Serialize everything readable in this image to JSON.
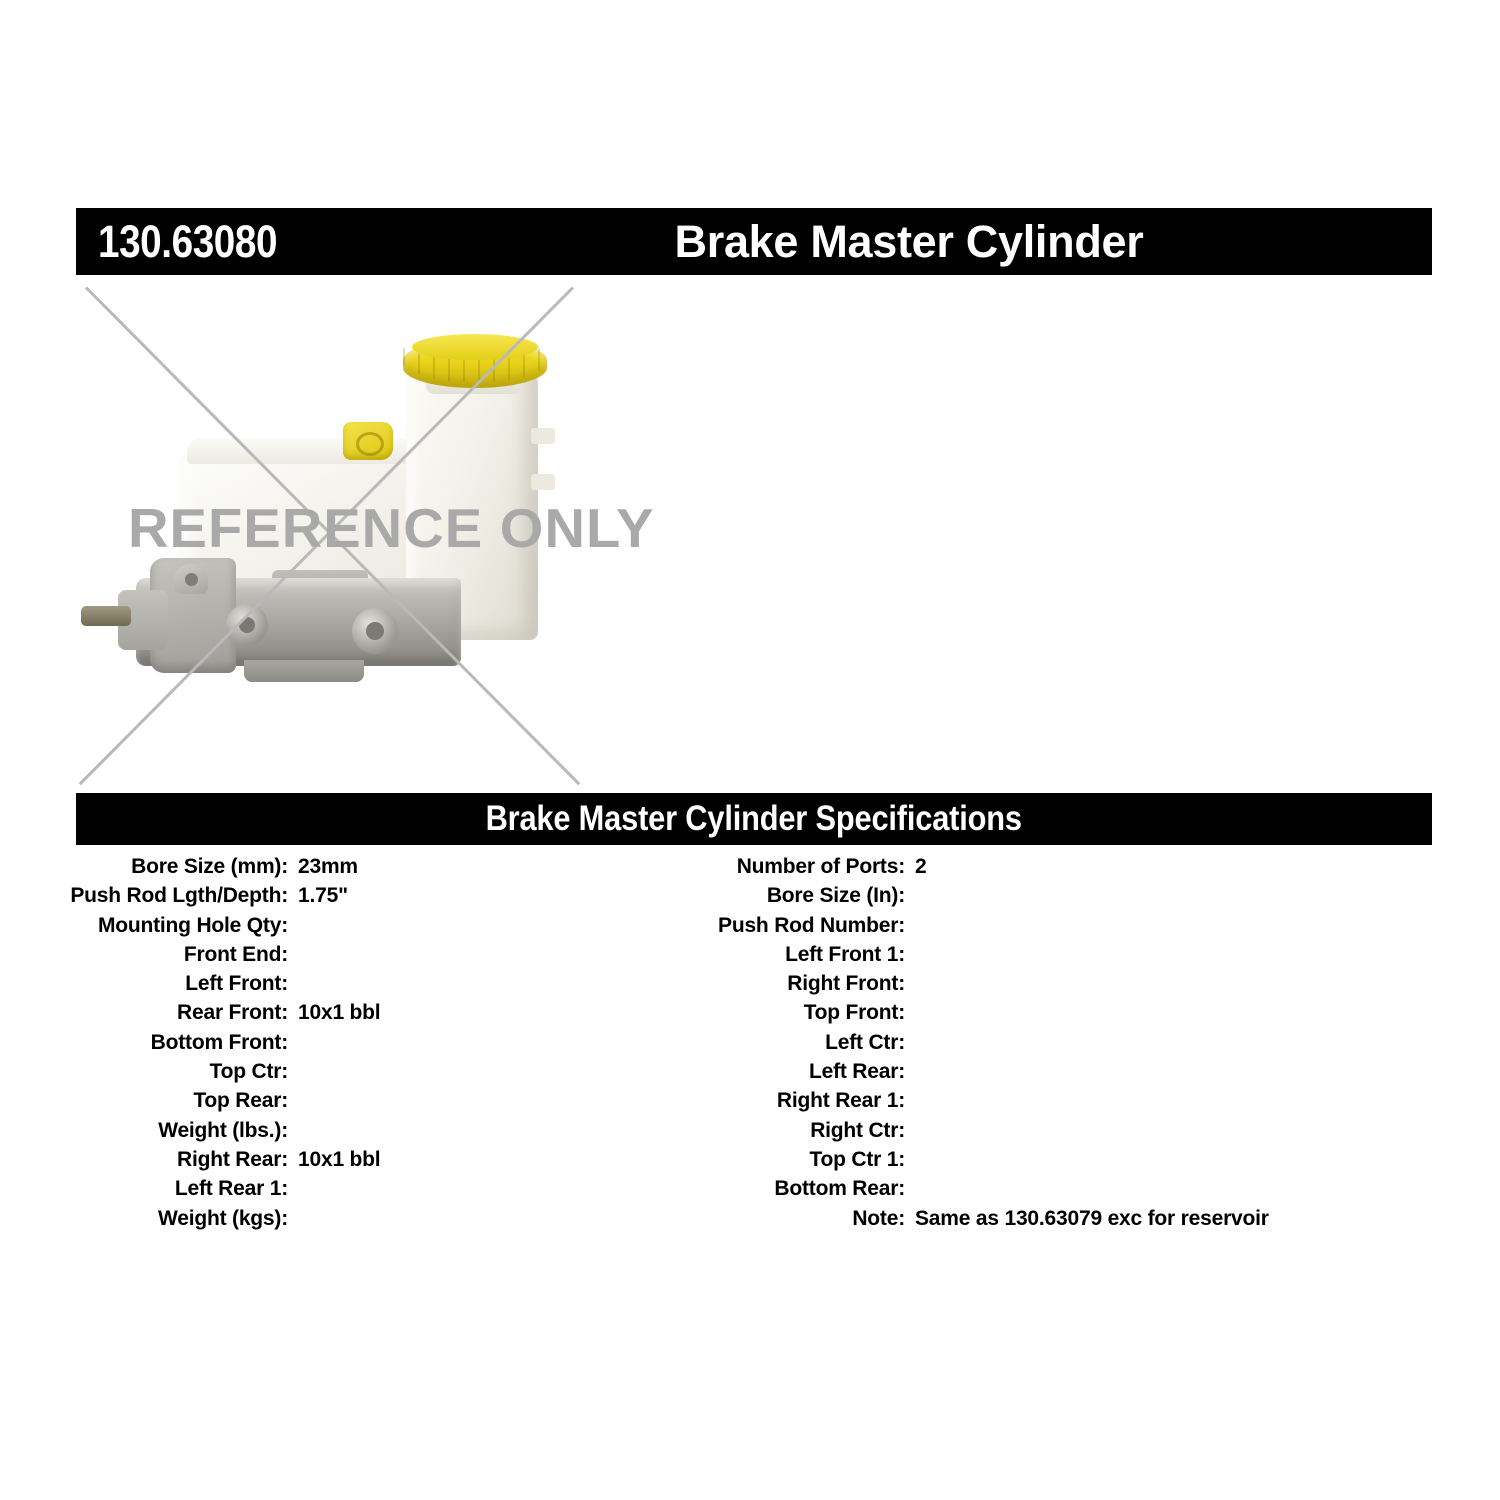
{
  "header": {
    "part_number": "130.63080",
    "title": "Brake Master Cylinder"
  },
  "product_image": {
    "watermark": "REFERENCE ONLY",
    "overlay": "diagonal-cross",
    "colors": {
      "cap_yellow": "#e9d31b",
      "reservoir_white": "#f4f2ec",
      "cylinder_aluminum": "#a8a6a0",
      "watermark_gray": "#a9a9a9",
      "cross_line_gray": "#b9b9b9"
    }
  },
  "spec_section": {
    "title": "Brake Master Cylinder Specifications",
    "left_column": [
      {
        "label": "Bore Size (mm):",
        "value": "23mm"
      },
      {
        "label": "Push Rod Lgth/Depth:",
        "value": "1.75\""
      },
      {
        "label": "Mounting Hole Qty:",
        "value": ""
      },
      {
        "label": "Front End:",
        "value": ""
      },
      {
        "label": "Left Front:",
        "value": ""
      },
      {
        "label": "Rear Front:",
        "value": "10x1 bbl"
      },
      {
        "label": "Bottom Front:",
        "value": ""
      },
      {
        "label": "Top Ctr:",
        "value": ""
      },
      {
        "label": "Top Rear:",
        "value": ""
      },
      {
        "label": "Weight (lbs.):",
        "value": ""
      },
      {
        "label": "Right Rear:",
        "value": "10x1 bbl"
      },
      {
        "label": "Left Rear 1:",
        "value": ""
      },
      {
        "label": "Weight (kgs):",
        "value": ""
      }
    ],
    "right_column": [
      {
        "label": "Number of Ports:",
        "value": "2"
      },
      {
        "label": "Bore Size (In):",
        "value": ""
      },
      {
        "label": "Push Rod Number:",
        "value": ""
      },
      {
        "label": "Left Front 1:",
        "value": ""
      },
      {
        "label": "Right Front:",
        "value": ""
      },
      {
        "label": "Top Front:",
        "value": ""
      },
      {
        "label": "Left Ctr:",
        "value": ""
      },
      {
        "label": "Left Rear:",
        "value": ""
      },
      {
        "label": "Right Rear 1:",
        "value": ""
      },
      {
        "label": "Right Ctr:",
        "value": ""
      },
      {
        "label": "Top Ctr 1:",
        "value": ""
      },
      {
        "label": "Bottom Rear:",
        "value": ""
      },
      {
        "label": "Note:",
        "value": "Same as 130.63079 exc for reservoir"
      }
    ]
  }
}
